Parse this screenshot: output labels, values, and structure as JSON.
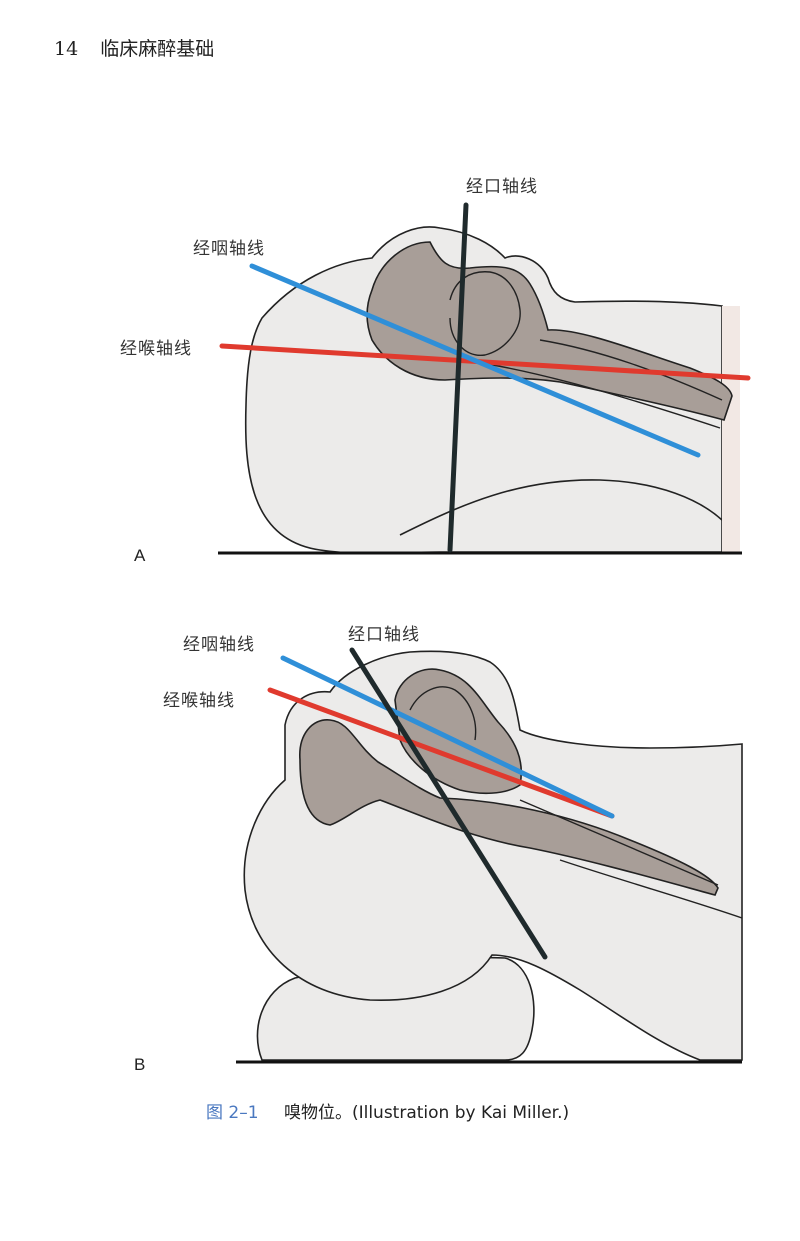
{
  "header": {
    "page_number": "14",
    "book_title": "临床麻醉基础"
  },
  "panel_a": {
    "letter": "A",
    "oral_axis": "经口轴线",
    "pharyngeal_axis": "经咽轴线",
    "laryngeal_axis": "经喉轴线"
  },
  "panel_b": {
    "letter": "B",
    "oral_axis": "经口轴线",
    "pharyngeal_axis": "经咽轴线",
    "laryngeal_axis": "经喉轴线"
  },
  "caption": {
    "figure_number": "图 2–1",
    "text": "嗅物位。(Illustration by Kai Miller.)"
  },
  "colors": {
    "pharyngeal_axis": "#2f8fd8",
    "laryngeal_axis": "#e03a2e",
    "oral_axis": "#1f2a2c",
    "skin": "#ecebea",
    "bone": "#a89e98"
  }
}
